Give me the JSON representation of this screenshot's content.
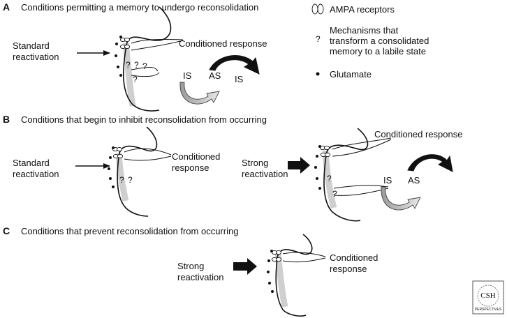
{
  "panels": {
    "a": {
      "letter": "A",
      "heading": "Conditions permitting a memory to undergo reconsolidation",
      "stimulus_line1": "Standard",
      "stimulus_line2": "reactivation",
      "response": "Conditioned response",
      "is_label": "IS",
      "as_label": "AS",
      "is_label_2": "IS",
      "question_marks": [
        "?",
        "?",
        "?",
        "?"
      ]
    },
    "b": {
      "letter": "B",
      "heading": "Conditions that begin to inhibit reconsolidation from occurring",
      "standard_line1": "Standard",
      "standard_line2": "reactivation",
      "response_left_line1": "Conditioned",
      "response_left_line2": "response",
      "question_marks_left": [
        "?",
        "?"
      ],
      "strong_line1": "Strong",
      "strong_line2": "reactivation",
      "response_right": "Conditioned response",
      "is_label": "IS",
      "as_label": "AS",
      "question_marks_right": [
        "?",
        "?"
      ]
    },
    "c": {
      "letter": "C",
      "heading": "Conditions that prevent reconsolidation from occurring",
      "strong_line1": "Strong",
      "strong_line2": "reactivation",
      "response_line1": "Conditioned",
      "response_line2": "response"
    }
  },
  "legend": {
    "ampa": "AMPA receptors",
    "mech_symbol": "?",
    "mech_line1": "Mechanisms that",
    "mech_line2": "transform a consolidated",
    "mech_line3": "memory to a labile state",
    "glutamate": "Glutamate"
  },
  "logo": {
    "line1": "CSH",
    "line2": "PERSPECTIVES"
  }
}
